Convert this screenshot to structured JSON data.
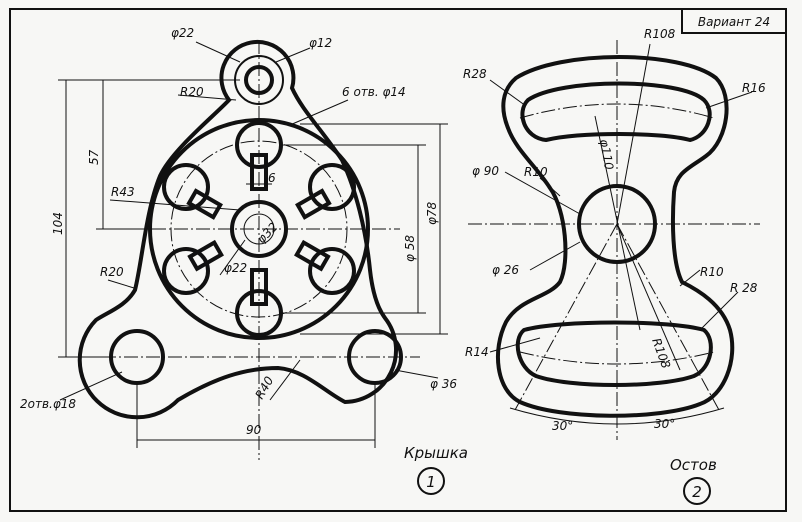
{
  "header": {
    "variant": "Вариант 24"
  },
  "part1": {
    "title": "Крышка",
    "number": "1",
    "dims": {
      "d22": "φ22",
      "d12": "φ12",
      "r20_top": "R20",
      "holes6": "6 отв. φ14",
      "d57": "57",
      "d104": "104",
      "r43": "R43",
      "d6": "6",
      "d78": "φ78",
      "d58": "φ 58",
      "d22_inner": "φ22",
      "d32": "φ32",
      "r20_left": "R20",
      "holes2": "2отв.φ18",
      "r40": "R40",
      "d36": "φ 36",
      "d90": "90"
    }
  },
  "part2": {
    "title": "Остов",
    "number": "2",
    "dims": {
      "r108_top": "R108",
      "r28_top": "R28",
      "r16": "R16",
      "d110": "φ110",
      "d90": "φ 90",
      "r10_top": "R10",
      "d26": "φ 26",
      "r10_bot": "R10",
      "r28_bot": "R 28",
      "r14": "R14",
      "r108_bot": "R108",
      "a30_left": "30°",
      "a30_right": "30°"
    }
  }
}
